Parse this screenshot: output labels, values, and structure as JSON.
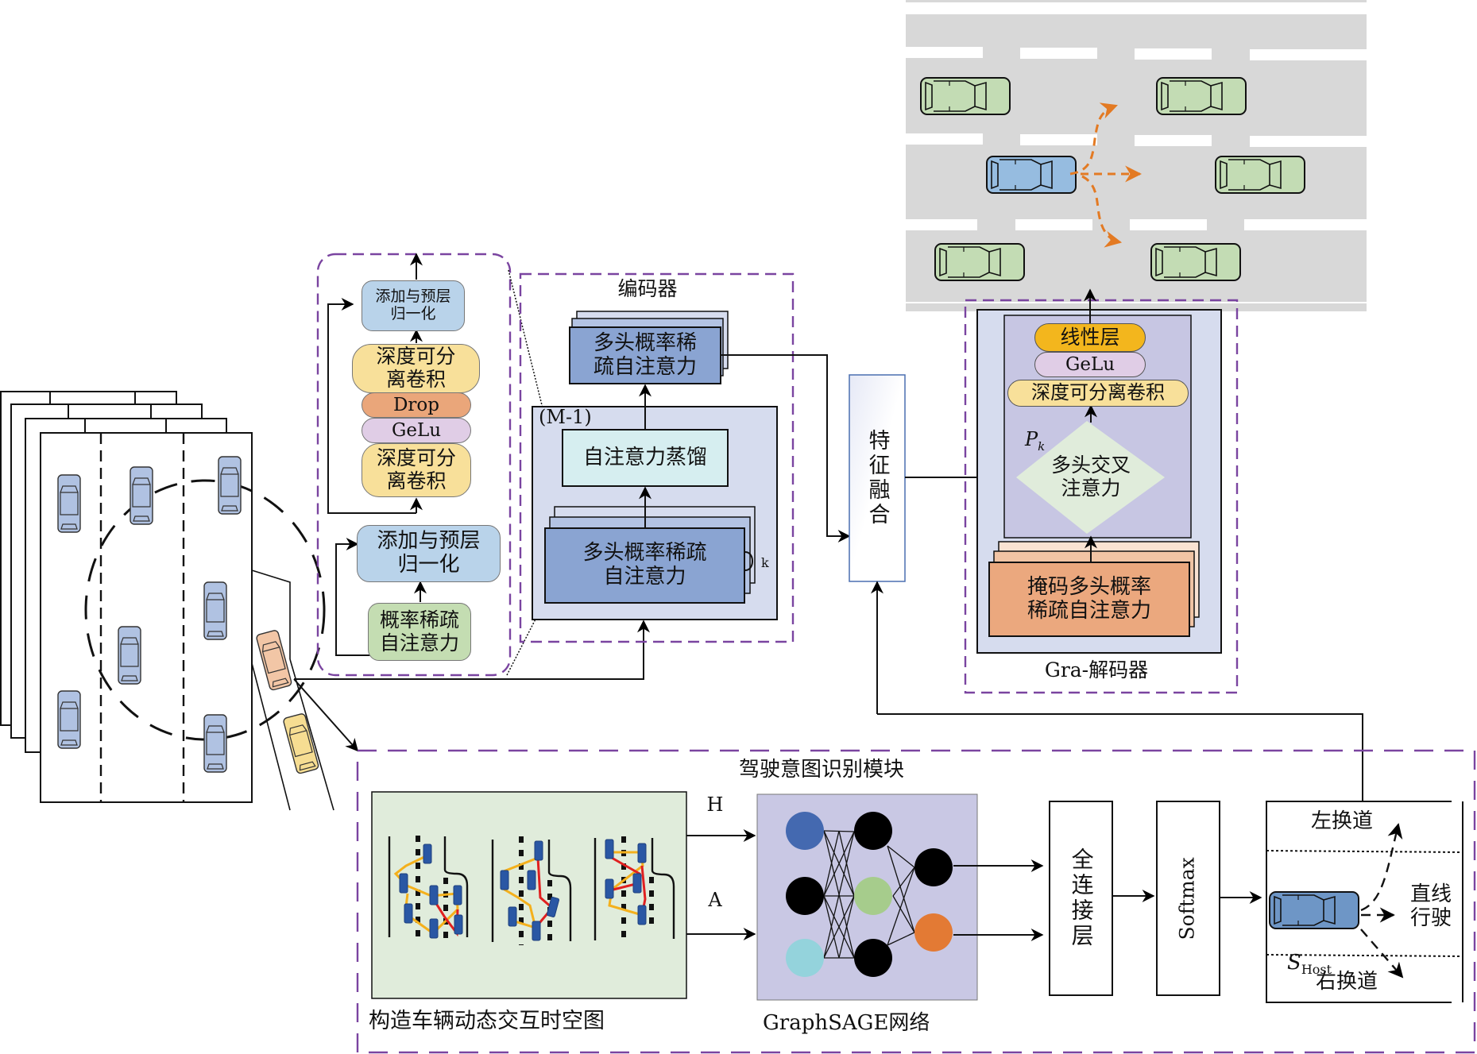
{
  "diagram": {
    "title": "Vehicle trajectory prediction framework with driving intention recognition",
    "colors": {
      "purple_dash": "#7a44a0",
      "encoder_blue": "#8aa4d2",
      "encoder_bg": "#d6dcee",
      "decoder_bg": "#d6dcee",
      "decoder_inner": "#c7c6e3",
      "add_norm": "#b9d3ea",
      "sep_conv": "#f8e09a",
      "drop": "#eaa67a",
      "gelu": "#e0cde6",
      "prob_sparse": "#c4ddb2",
      "distill": "#d6eef0",
      "linear": "#f3b61d",
      "cross_attn": "#e0ecdb",
      "masked_attn": "#eba87e",
      "road": "#d8d8d8",
      "car_green": "#c3dcb4",
      "car_blue": "#96bce0",
      "orange_arrow": "#e37a23",
      "graph_bg": "#e0ecdb",
      "gnn_bg": "#c9c8e4"
    }
  },
  "detail_block": {
    "add_norm_top": "添加与预层\n归一化",
    "sep_conv_top": "深度可分\n离卷积",
    "drop": "Drop",
    "gelu": "GeLu",
    "sep_conv_bottom": "深度可分\n离卷积",
    "add_norm_bottom": "添加与预层\n归一化",
    "prob_sparse_attn": "概率稀疏\n自注意力"
  },
  "encoder": {
    "title": "编码器",
    "top_attn": "多头概率稀\n疏自注意力",
    "repeat_label": "(M-1)",
    "distill": "自注意力蒸馏",
    "bottom_attn": "多头概率稀疏\n自注意力",
    "loop_label": "k"
  },
  "fusion": {
    "label": "特征融合"
  },
  "decoder": {
    "title": "Gra-解码器",
    "linear": "线性层",
    "gelu": "GeLu",
    "sep_conv": "深度可分离卷积",
    "pk_label": "P",
    "pk_sub": "k",
    "cross_attn": "多头交叉\n注意力",
    "masked_attn": "掩码多头概率\n稀疏自注意力"
  },
  "intent_module": {
    "title": "驾驶意图识别模块",
    "graph_caption": "构造车辆动态交互时空图",
    "edge_h": "H",
    "edge_a": "A",
    "gnn_caption": "GraphSAGE网络",
    "fc_layer": "全连接层",
    "softmax": "Softmax",
    "left_lane_change": "左换道",
    "straight": "直线\n行驶",
    "right_lane_change": "右换道",
    "host_symbol": "S",
    "host_sub": "Host"
  },
  "icons": {
    "vehicle": "car-top-view-icon",
    "arrow": "arrow-icon"
  }
}
